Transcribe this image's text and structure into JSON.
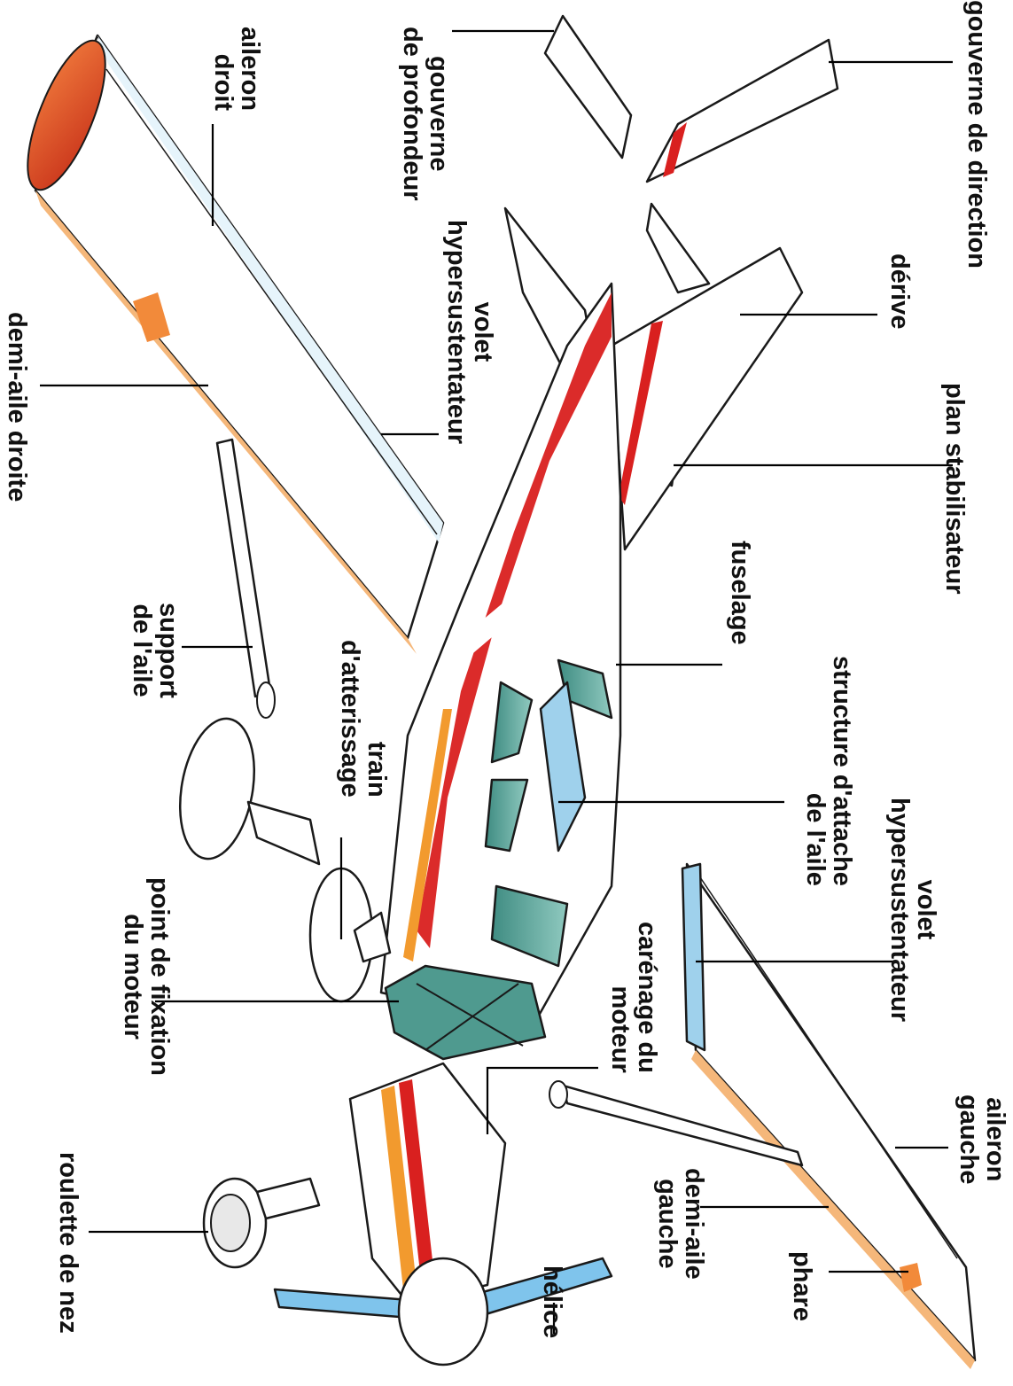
{
  "diagram": {
    "labels": {
      "gouverne_direction": [
        "gouverne de direction"
      ],
      "aileron_droit": [
        "aileron",
        "droit"
      ],
      "gouverne_profondeur": [
        "gouverne",
        "de profondeur"
      ],
      "derive": [
        "dérive"
      ],
      "volet_hyper_droit": [
        "volet",
        "hypersustentateur"
      ],
      "plan_stabilisateur": [
        "plan stabilisateur"
      ],
      "demi_aile_droite": [
        "demi-aile droite"
      ],
      "fuselage": [
        "fuselage"
      ],
      "support_aile": [
        "support",
        "de l'aile"
      ],
      "train_atterrissage": [
        "train",
        "d'atterissage"
      ],
      "structure_attache": [
        "structure d'attache",
        "de l'aile"
      ],
      "volet_hyper_gauche": [
        "volet",
        "hypersustentateur"
      ],
      "aileron_gauche": [
        "aileron",
        "gauche"
      ],
      "point_fixation": [
        "point de fixation",
        "du moteur"
      ],
      "carenage_moteur": [
        "carénage du",
        "moteur"
      ],
      "roulette_nez": [
        "roulette de nez"
      ],
      "demi_aile_gauche": [
        "demi-aile",
        "gauche"
      ],
      "phare": [
        "phare"
      ],
      "helice": [
        "hélice"
      ]
    },
    "colors": {
      "red_stripe": "#d9201f",
      "orange_stripe": "#f29a2e",
      "wing_tip_red": "#d8421e",
      "teal_glass": "#4f9a8f",
      "light_blue": "#9fd1ec",
      "propeller_blue": "#7fc4ec",
      "outline": "#1a1a1a",
      "paper": "#ffffff"
    }
  }
}
